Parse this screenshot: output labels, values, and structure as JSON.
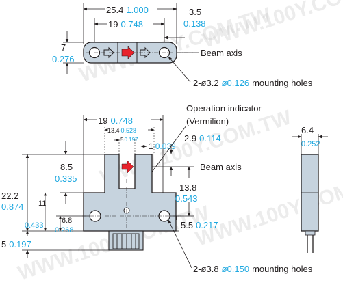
{
  "colors": {
    "line": "#231f20",
    "body_fill": "#c6d3de",
    "inch_text": "#1ea8e0",
    "indicator": "#e8222b",
    "watermark": "#c9c9c9"
  },
  "watermark": "WWW.100Y.COM.TW",
  "top_view": {
    "width_overall_mm": "25.4",
    "width_overall_in": "1.000",
    "hole_pitch_mm": "19",
    "hole_pitch_in": "0.748",
    "end_offset_mm": "3.5",
    "end_offset_in": "0.138",
    "height_mm": "7",
    "height_in": "0.276",
    "beam_axis_label": "Beam axis",
    "holes_prefix": "2-ø3.2",
    "holes_in": "ø0.126",
    "holes_suffix": "mounting holes"
  },
  "front_view": {
    "width_mm": "19",
    "width_in": "0.748",
    "slot_span_mm": "13.4",
    "slot_span_in": "0.528",
    "slot_width_mm": "5",
    "slot_width_in": "0.197",
    "indicator_offset_mm": "1",
    "indicator_offset_in": "0.039",
    "operation_indicator_label": "Operation indicator",
    "vermilion_label": "(Vermilion)",
    "slot_depth_mm": "2.9",
    "slot_depth_in": "0.114",
    "beam_axis_label": "Beam axis",
    "arm_height_mm": "8.5",
    "arm_height_in": "0.335",
    "beam_to_hole_mm": "13.8",
    "beam_to_hole_in": "0.543",
    "total_height_mm": "22.2",
    "total_height_in": "0.874",
    "base_height_mm": "11",
    "base_height_in": "0.433",
    "hole_height_mm": "6.8",
    "hole_height_in": "0.268",
    "hole_bottom_mm": "5.5",
    "hole_bottom_in": "0.217",
    "lead_mm": "5",
    "lead_in": "0.197",
    "holes_prefix": "2-ø3.8",
    "holes_in": "ø0.150",
    "holes_suffix": "mounting holes"
  },
  "side_view": {
    "thickness_mm": "6.4",
    "thickness_in": "0.252"
  }
}
